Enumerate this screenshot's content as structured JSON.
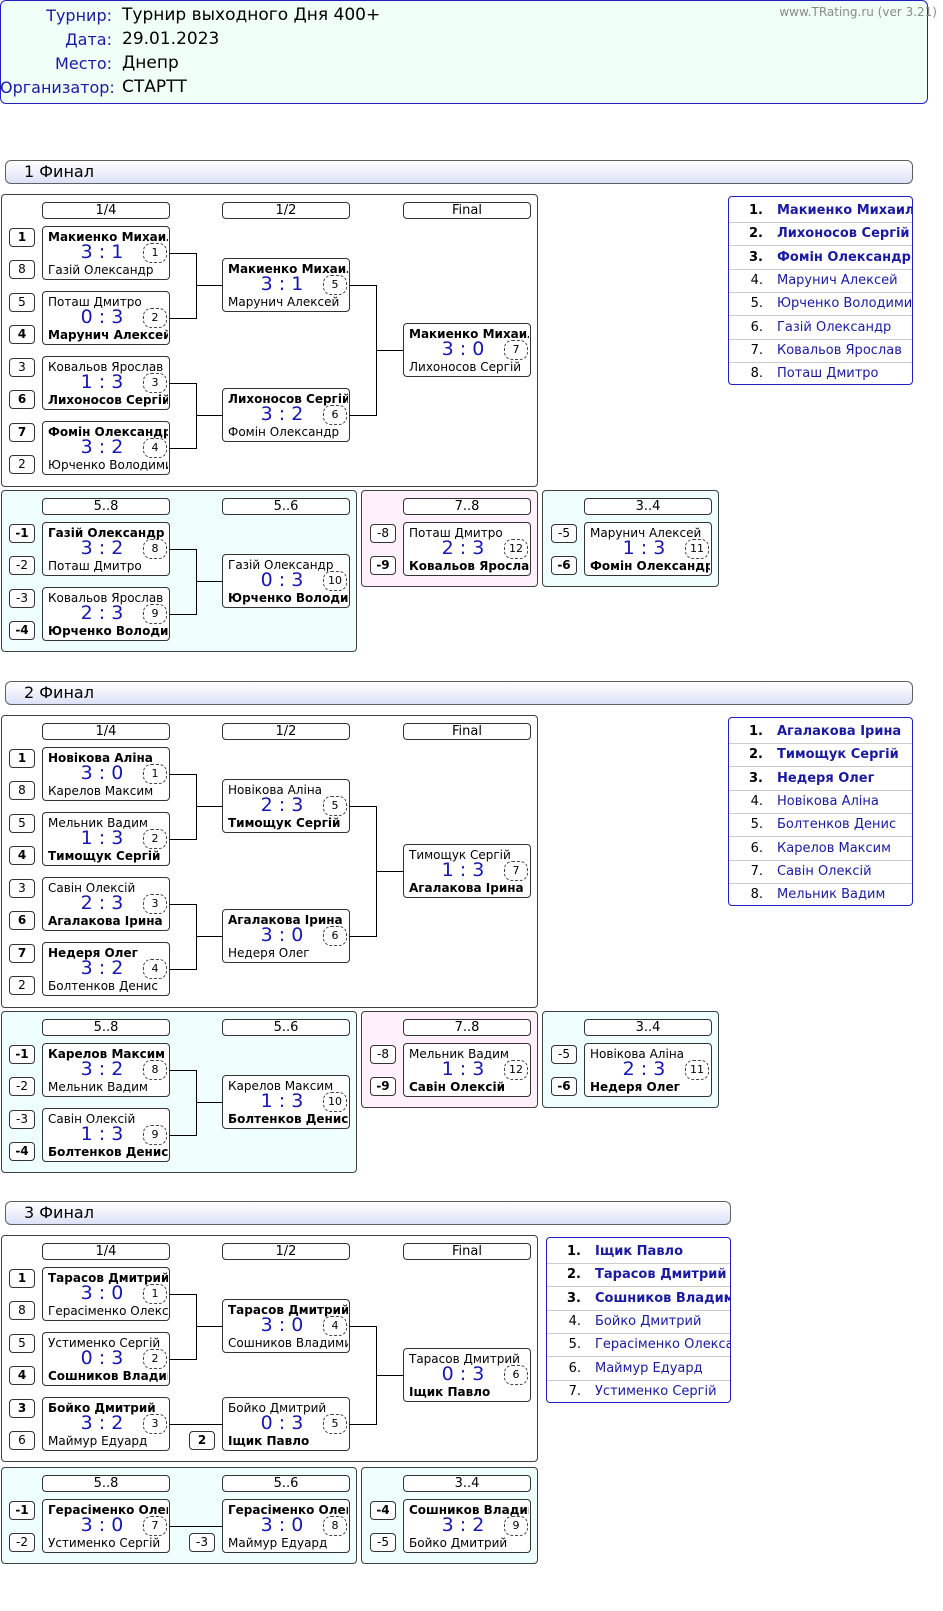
{
  "credit": "www.TRating.ru (ver 3.21)",
  "tournament": {
    "labels": {
      "name": "Турнир:",
      "date": "Дата:",
      "place": "Место:",
      "organizer": "Организатор:"
    },
    "name": "Турнир выходного Дня 400+",
    "date": "29.01.2023",
    "place": "Днепр",
    "organizer": "СТАРТТ"
  },
  "finals": [
    {
      "title": "1 Финал",
      "round_labels": {
        "qf": "1/4",
        "sf": "1/2",
        "final": "Final",
        "c58": "5..8",
        "c56": "5..6",
        "c78": "7..8",
        "c34": "3..4"
      },
      "seeds": [
        "1",
        "8",
        "5",
        "4",
        "3",
        "6",
        "7",
        "2"
      ],
      "loser_seeds": [
        "-1",
        "-2",
        "-3",
        "-4",
        "-8",
        "-9",
        "-5",
        "-6"
      ],
      "matches": [
        {
          "p1": "Макиенко Михаил",
          "p2": "Газій Олександр",
          "score": "3 : 1",
          "num": "1"
        },
        {
          "p1": "Поташ Дмитро",
          "p2": "Марунич Алексей",
          "score": "0 : 3",
          "num": "2"
        },
        {
          "p1": "Ковальов Ярослав",
          "p2": "Лихоносов Сергій",
          "score": "1 : 3",
          "num": "3"
        },
        {
          "p1": "Фомін Олександр",
          "p2": "Юрченко Володимир",
          "score": "3 : 2",
          "num": "4"
        },
        {
          "p1": "Макиенко Михаил",
          "p2": "Марунич Алексей",
          "score": "3 : 1",
          "num": "5"
        },
        {
          "p1": "Лихоносов Сергій",
          "p2": "Фомін Олександр",
          "score": "3 : 2",
          "num": "6"
        },
        {
          "p1": "Макиенко Михаил",
          "p2": "Лихоносов Сергій",
          "score": "3 : 0",
          "num": "7"
        },
        {
          "p1": "Газій Олександр",
          "p2": "Поташ Дмитро",
          "score": "3 : 2",
          "num": "8"
        },
        {
          "p1": "Ковальов Ярослав",
          "p2": "Юрченко Володимир",
          "score": "2 : 3",
          "num": "9"
        },
        {
          "p1": "Газій Олександр",
          "p2": "Юрченко Володимир",
          "score": "0 : 3",
          "num": "10"
        },
        {
          "p1": "Поташ Дмитро",
          "p2": "Ковальов Ярослав",
          "score": "2 : 3",
          "num": "12"
        },
        {
          "p1": "Марунич Алексей",
          "p2": "Фомін Олександр",
          "score": "1 : 3",
          "num": "11"
        }
      ],
      "results": [
        {
          "rank": "1.",
          "name": "Макиенко Михаил"
        },
        {
          "rank": "2.",
          "name": "Лихоносов Сергій"
        },
        {
          "rank": "3.",
          "name": "Фомін Олександр"
        },
        {
          "rank": "4.",
          "name": "Марунич Алексей"
        },
        {
          "rank": "5.",
          "name": "Юрченко Володимир"
        },
        {
          "rank": "6.",
          "name": "Газій Олександр"
        },
        {
          "rank": "7.",
          "name": "Ковальов Ярослав"
        },
        {
          "rank": "8.",
          "name": "Поташ Дмитро"
        }
      ]
    },
    {
      "title": "2 Финал",
      "round_labels": {
        "qf": "1/4",
        "sf": "1/2",
        "final": "Final",
        "c58": "5..8",
        "c56": "5..6",
        "c78": "7..8",
        "c34": "3..4"
      },
      "seeds": [
        "1",
        "8",
        "5",
        "4",
        "3",
        "6",
        "7",
        "2"
      ],
      "loser_seeds": [
        "-1",
        "-2",
        "-3",
        "-4",
        "-8",
        "-9",
        "-5",
        "-6"
      ],
      "matches": [
        {
          "p1": "Новікова Аліна",
          "p2": "Карелов Максим",
          "score": "3 : 0",
          "num": "1"
        },
        {
          "p1": "Мельник Вадим",
          "p2": "Тимощук Сергій",
          "score": "1 : 3",
          "num": "2"
        },
        {
          "p1": "Савін Олексій",
          "p2": "Агалакова Ірина",
          "score": "2 : 3",
          "num": "3"
        },
        {
          "p1": "Недеря Олег",
          "p2": "Болтенков Денис",
          "score": "3 : 2",
          "num": "4"
        },
        {
          "p1": "Новікова Аліна",
          "p2": "Тимощук Сергій",
          "score": "2 : 3",
          "num": "5"
        },
        {
          "p1": "Агалакова Ірина",
          "p2": "Недеря Олег",
          "score": "3 : 0",
          "num": "6"
        },
        {
          "p1": "Тимощук Сергій",
          "p2": "Агалакова Ірина",
          "score": "1 : 3",
          "num": "7"
        },
        {
          "p1": "Карелов Максим",
          "p2": "Мельник Вадим",
          "score": "3 : 2",
          "num": "8"
        },
        {
          "p1": "Савін Олексій",
          "p2": "Болтенков Денис",
          "score": "1 : 3",
          "num": "9"
        },
        {
          "p1": "Карелов Максим",
          "p2": "Болтенков Денис",
          "score": "1 : 3",
          "num": "10"
        },
        {
          "p1": "Мельник Вадим",
          "p2": "Савін Олексій",
          "score": "1 : 3",
          "num": "12"
        },
        {
          "p1": "Новікова Аліна",
          "p2": "Недеря Олег",
          "score": "2 : 3",
          "num": "11"
        }
      ],
      "results": [
        {
          "rank": "1.",
          "name": "Агалакова Ірина"
        },
        {
          "rank": "2.",
          "name": "Тимощук Сергій"
        },
        {
          "rank": "3.",
          "name": "Недеря Олег"
        },
        {
          "rank": "4.",
          "name": "Новікова Аліна"
        },
        {
          "rank": "5.",
          "name": "Болтенков Денис"
        },
        {
          "rank": "6.",
          "name": "Карелов Максим"
        },
        {
          "rank": "7.",
          "name": "Савін Олексій"
        },
        {
          "rank": "8.",
          "name": "Мельник Вадим"
        }
      ]
    },
    {
      "title": "3 Финал",
      "round_labels": {
        "qf": "1/4",
        "sf": "1/2",
        "final": "Final",
        "c58": "5..8",
        "c56": "5..6",
        "c34": "3..4"
      },
      "seeds": [
        "1",
        "8",
        "5",
        "4",
        "3",
        "6"
      ],
      "sf_seed": "2",
      "loser_seeds": [
        "-1",
        "-2",
        "-3",
        "-4",
        "-5"
      ],
      "matches": [
        {
          "p1": "Тарасов Дмитрий",
          "p2": "Герасіменко Олександр",
          "score": "3 : 0",
          "num": "1"
        },
        {
          "p1": "Устименко Сергій",
          "p2": "Сошников Владимир",
          "score": "0 : 3",
          "num": "2"
        },
        {
          "p1": "Бойко Дмитрий",
          "p2": "Маймур Едуард",
          "score": "3 : 2",
          "num": "3"
        },
        {
          "p1": "Тарасов Дмитрий",
          "p2": "Сошников Владимир",
          "score": "3 : 0",
          "num": "4"
        },
        {
          "p1": "Бойко Дмитрий",
          "p2": "Іщик Павло",
          "score": "0 : 3",
          "num": "5"
        },
        {
          "p1": "Тарасов Дмитрий",
          "p2": "Іщик Павло",
          "score": "0 : 3",
          "num": "6"
        },
        {
          "p1": "Герасіменко Олександр",
          "p2": "Устименко Сергій",
          "score": "3 : 0",
          "num": "7"
        },
        {
          "p1": "Герасіменко Олександр",
          "p2": "Маймур Едуард",
          "score": "3 : 0",
          "num": "8"
        },
        {
          "p1": "Сошников Владимир",
          "p2": "Бойко Дмитрий",
          "score": "3 : 2",
          "num": "9"
        }
      ],
      "results": [
        {
          "rank": "1.",
          "name": "Іщик Павло"
        },
        {
          "rank": "2.",
          "name": "Тарасов Дмитрий"
        },
        {
          "rank": "3.",
          "name": "Сошников Владимир"
        },
        {
          "rank": "4.",
          "name": "Бойко Дмитрий"
        },
        {
          "rank": "5.",
          "name": "Герасіменко Олександр"
        },
        {
          "rank": "6.",
          "name": "Маймур Едуард"
        },
        {
          "rank": "7.",
          "name": "Устименко Сергій"
        }
      ]
    }
  ]
}
